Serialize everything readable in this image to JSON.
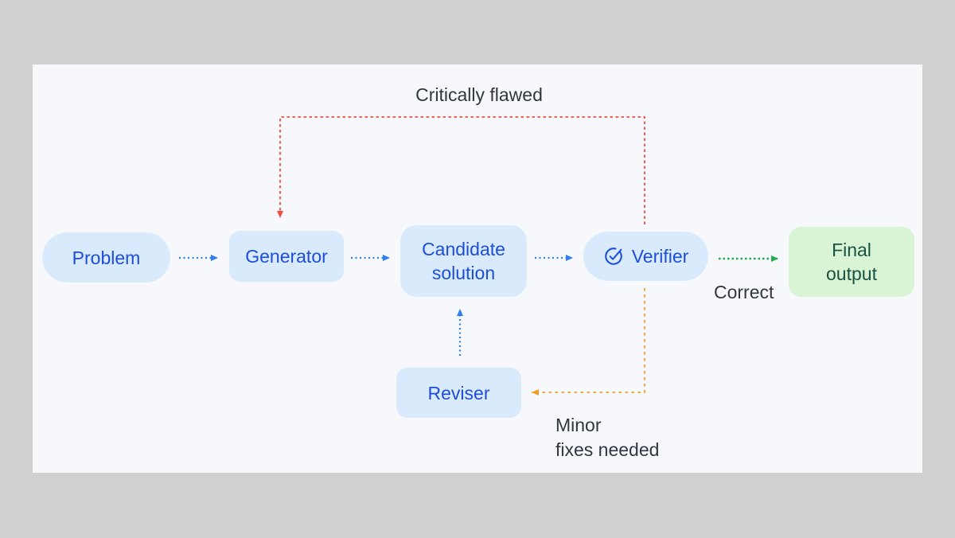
{
  "diagram": {
    "description": "Generator-Verifier-Reviser flow diagram"
  },
  "nodes": {
    "problem": {
      "label": "Problem"
    },
    "generator": {
      "label": "Generator"
    },
    "candidate_solution": {
      "label": "Candidate\nsolution"
    },
    "verifier": {
      "label": "Verifier",
      "icon": "check-circle-icon"
    },
    "reviser": {
      "label": "Reviser"
    },
    "final_output": {
      "label": "Final\noutput"
    }
  },
  "edge_labels": {
    "critically_flawed": "Critically flawed",
    "correct": "Correct",
    "minor_fixes_needed": "Minor\nfixes needed"
  },
  "colors": {
    "frame_background": "#d0d0d0",
    "canvas_background": "#f6f8fc",
    "node_fill_blue": "#d9eafd",
    "node_text_blue": "#1d4ed8",
    "node_fill_green": "#d9f3d5",
    "node_text_green": "#185341",
    "edge_label_text": "#31363f",
    "arrow_blue": "#2f7ff2",
    "arrow_green": "#21ad4f",
    "arrow_red": "#f14b42",
    "arrow_orange": "#f59c20"
  }
}
